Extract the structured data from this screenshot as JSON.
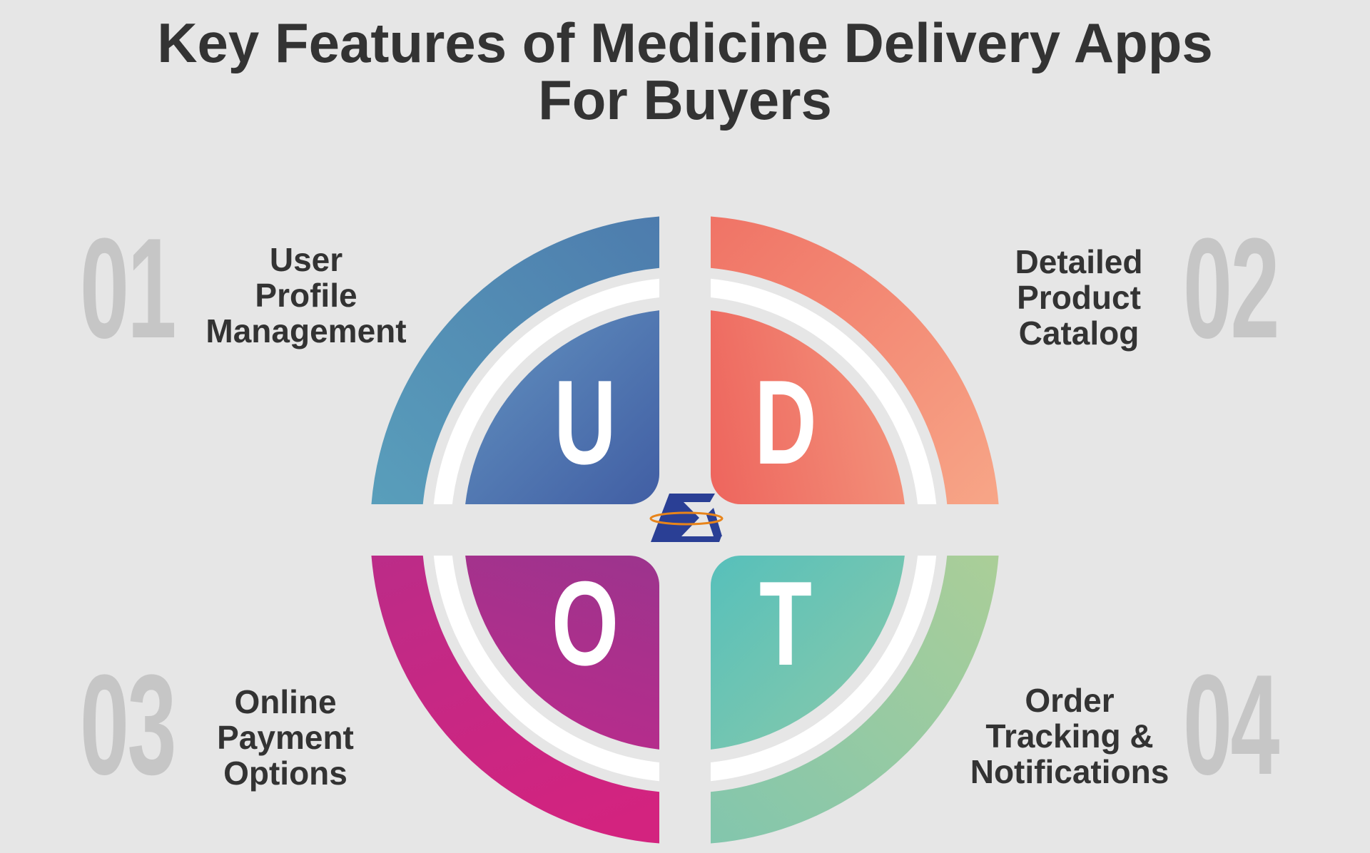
{
  "title": {
    "line1": "Key Features of Medicine Delivery Apps",
    "line2": "For Buyers"
  },
  "features": [
    {
      "number": "01",
      "letter": "U",
      "lines": [
        "User",
        "Profile",
        "Management"
      ]
    },
    {
      "number": "02",
      "letter": "D",
      "lines": [
        "Detailed",
        "Product",
        "Catalog"
      ]
    },
    {
      "number": "03",
      "letter": "O",
      "lines": [
        "Online",
        "Payment",
        "Options"
      ]
    },
    {
      "number": "04",
      "letter": "T",
      "lines": [
        "Order",
        "Tracking &",
        "Notifications"
      ]
    }
  ],
  "colors": {
    "background": "#e6e6e6",
    "text": "#333333",
    "number": "#c6c6c6",
    "logo_blue": "#2a3f95",
    "logo_orange": "#e8841a"
  }
}
